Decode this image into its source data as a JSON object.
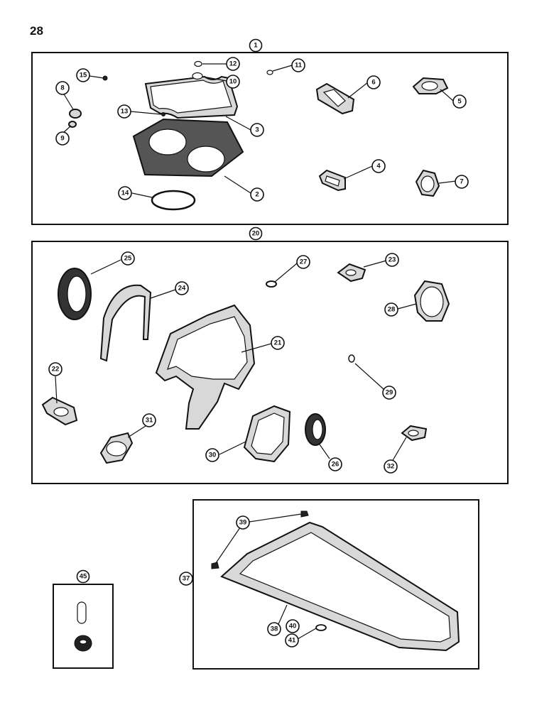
{
  "page_number": "28",
  "kits": [
    {
      "id": "1"
    },
    {
      "id": "20"
    },
    {
      "id": "37"
    },
    {
      "id": "45"
    }
  ],
  "callouts": [
    "1",
    "2",
    "3",
    "4",
    "5",
    "6",
    "7",
    "8",
    "9",
    "10",
    "11",
    "12",
    "13",
    "14",
    "15",
    "20",
    "21",
    "22",
    "23",
    "24",
    "25",
    "26",
    "27",
    "28",
    "29",
    "30",
    "31",
    "32",
    "37",
    "38",
    "39",
    "40",
    "41",
    "45"
  ]
}
